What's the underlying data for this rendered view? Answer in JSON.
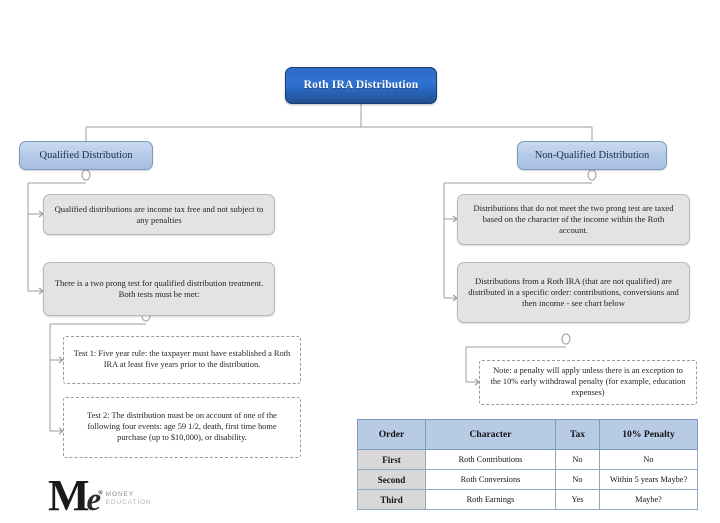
{
  "diagram": {
    "title": "Roth IRA Distribution",
    "root": {
      "label": "Roth IRA Distribution"
    },
    "branches": {
      "qualified": {
        "label": "Qualified Distribution"
      },
      "non_qualified": {
        "label": "Non-Qualified Distribution"
      }
    },
    "qualified_notes": [
      {
        "text": "Qualified distributions are income tax free and not subject to any penalties"
      },
      {
        "text": "There is a two prong test for qualified distribution treatment.  Both tests must be met:"
      }
    ],
    "qualified_tests": [
      {
        "text": "Test 1: Five year rule:  the taxpayer must have established a Roth IRA at least five years prior to the distribution."
      },
      {
        "text": "Test 2: The distribution must be on account of one of the following four events:  age 59 1/2, death, first time home purchase (up to $10,000), or disability."
      }
    ],
    "non_qualified_notes": [
      {
        "text": "Distributions that do not meet the two prong test are taxed based on the character of the income within the Roth account."
      },
      {
        "text": "Distributions from a Roth IRA (that are not qualified) are distributed in a specific order: contributions, conversions and then income - see chart below"
      }
    ],
    "penalty_note": {
      "text": "Note:  a penalty will apply unless there is an exception to the 10% early withdrawal penalty (for example, education expenses)"
    }
  },
  "order_table": {
    "headers": [
      "Order",
      "Character",
      "Tax",
      "10% Penalty"
    ],
    "rows": [
      {
        "order": "First",
        "character": "Roth Contributions",
        "tax": "No",
        "penalty": "No"
      },
      {
        "order": "Second",
        "character": "Roth Conversions",
        "tax": "No",
        "penalty": "Within 5 years Maybe?"
      },
      {
        "order": "Third",
        "character": "Roth Earnings",
        "tax": "Yes",
        "penalty": "Maybe?"
      }
    ]
  },
  "logo": {
    "mark_m": "M",
    "mark_e": "e",
    "trademark": "®",
    "word_line1": "MONEY",
    "word_line2": "EDUCATION"
  },
  "colors": {
    "root_blue": "#2f73d4",
    "branch_blue": "#b3c9e8",
    "note_gray": "#e3e3e3",
    "table_header": "#b7cbe5",
    "table_order_cell": "#d8d8d8",
    "connector": "#a0a0a0"
  }
}
